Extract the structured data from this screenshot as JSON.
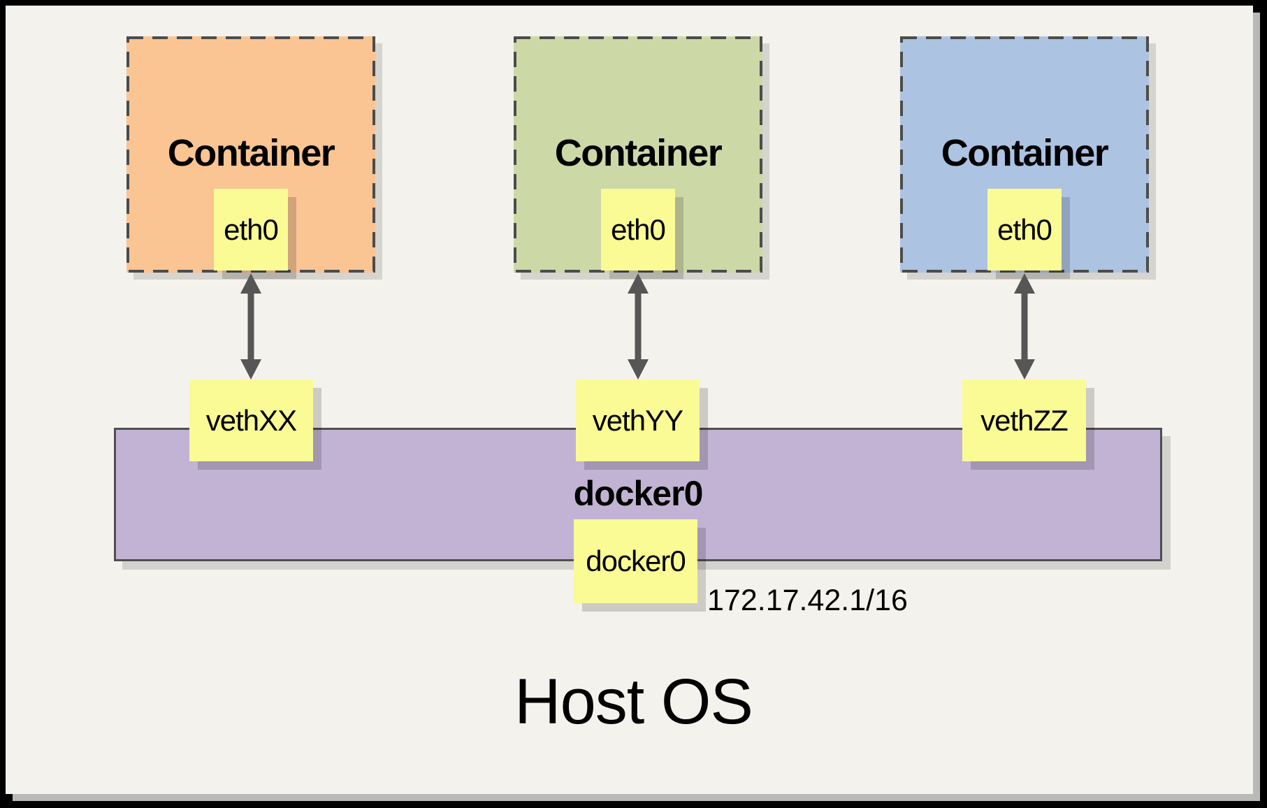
{
  "containers": [
    {
      "title": "Container",
      "eth_label": "eth0",
      "veth_label": "vethXX",
      "fill": "#FAC493"
    },
    {
      "title": "Container",
      "eth_label": "eth0",
      "veth_label": "vethYY",
      "fill": "#CDD8A7"
    },
    {
      "title": "Container",
      "eth_label": "eth0",
      "veth_label": "vethZZ",
      "fill": "#ACC3E2"
    }
  ],
  "bridge": {
    "name": "docker0",
    "interface_label": "docker0",
    "ip_address": "172.17.42.1/16",
    "fill": "#C2B3D4"
  },
  "host": {
    "label": "Host OS"
  },
  "colors": {
    "page_frame": "#000000",
    "canvas_background": "#F4F2EC",
    "canvas_shadow": "#B9B9B9",
    "dashed_border": "#4C4C4C",
    "bar_border": "#4F4F4F",
    "arrow": "#565656",
    "note_fill": "#FBFB95",
    "text": "#000000"
  }
}
